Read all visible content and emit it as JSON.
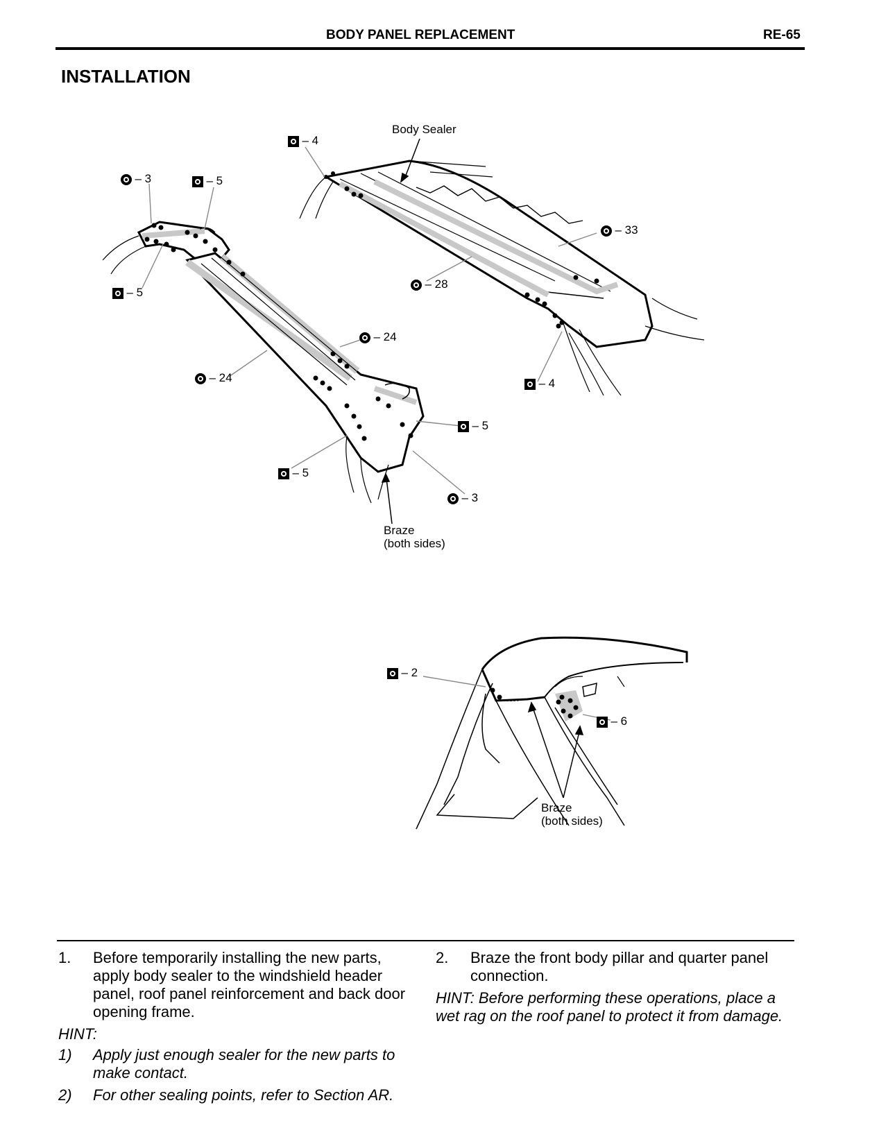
{
  "header": {
    "title": "BODY PANEL REPLACEMENT",
    "page": "RE-65"
  },
  "section_title": "INSTALLATION",
  "figure1": {
    "body_sealer_label": "Body Sealer",
    "braze_label_line1": "Braze",
    "braze_label_line2": "(both sides)",
    "callouts": [
      {
        "symbol": "square",
        "text": "– 4"
      },
      {
        "symbol": "circle",
        "text": "– 3"
      },
      {
        "symbol": "square",
        "text": "– 5"
      },
      {
        "symbol": "circle",
        "text": "– 33"
      },
      {
        "symbol": "square",
        "text": "– 5"
      },
      {
        "symbol": "circle",
        "text": "– 28"
      },
      {
        "symbol": "circle",
        "text": "– 24"
      },
      {
        "symbol": "circle",
        "text": "– 24"
      },
      {
        "symbol": "square",
        "text": "– 4"
      },
      {
        "symbol": "square",
        "text": "– 5"
      },
      {
        "symbol": "square",
        "text": "– 5"
      },
      {
        "symbol": "circle",
        "text": "– 3"
      }
    ]
  },
  "figure2": {
    "braze_label_line1": "Braze",
    "braze_label_line2": "(both sides)",
    "callouts": [
      {
        "symbol": "square",
        "text": "– 2"
      },
      {
        "symbol": "square",
        "text": "– 6"
      }
    ]
  },
  "instructions": {
    "step1_num": "1.",
    "step1_text": "Before temporarily installing the new parts, apply body sealer to the windshield header panel, roof panel reinforcement and back door opening frame.",
    "hint_label": "HINT:",
    "hint1_num": "1)",
    "hint1_text": "Apply just enough sealer for the new parts to make contact.",
    "hint2_num": "2)",
    "hint2_text": "For other sealing points, refer to Section AR.",
    "step2_num": "2.",
    "step2_text": "Braze the front body pillar and quarter panel connection.",
    "hint_para": "HINT: Before performing these operations, place a wet rag on the roof panel to protect it from damage."
  },
  "colors": {
    "ink": "#000000",
    "sealer_gray": "#c8c8c8"
  }
}
